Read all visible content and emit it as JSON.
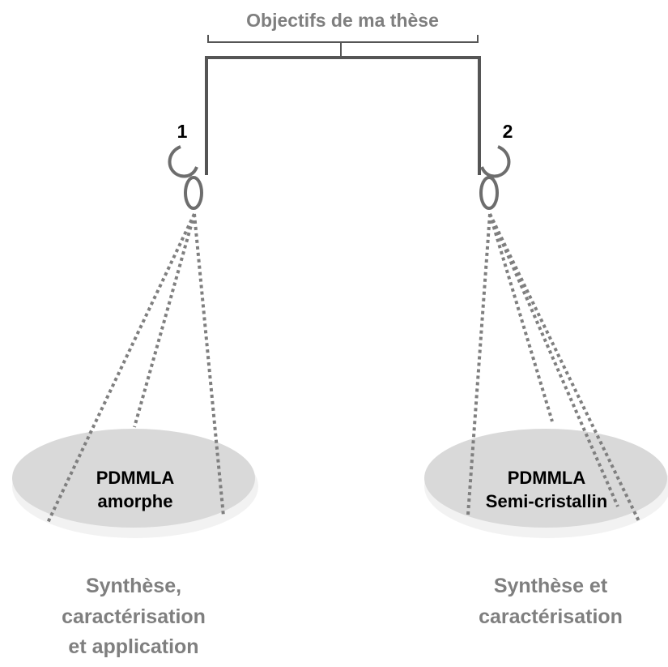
{
  "title": "Objectifs de ma thèse",
  "left": {
    "number": "1",
    "plate_lines": [
      "PDMMLA",
      "amorphe"
    ],
    "caption_lines": [
      "Synthèse,",
      "caractérisation",
      "et application"
    ]
  },
  "right": {
    "number": "2",
    "plate_lines": [
      "PDMMLA",
      "Semi-cristallin"
    ],
    "caption_lines": [
      "Synthèse et",
      "caractérisation"
    ]
  },
  "colors": {
    "frame": "#555555",
    "title": "#7f7f7f",
    "caption": "#7f7f7f",
    "plate_fill": "#d9d9d9",
    "plate_edge": "#f2f2f2",
    "chain": "#7f7f7f",
    "hook": "#6d6d6d",
    "plate_text": "#000000",
    "number": "#000000"
  }
}
